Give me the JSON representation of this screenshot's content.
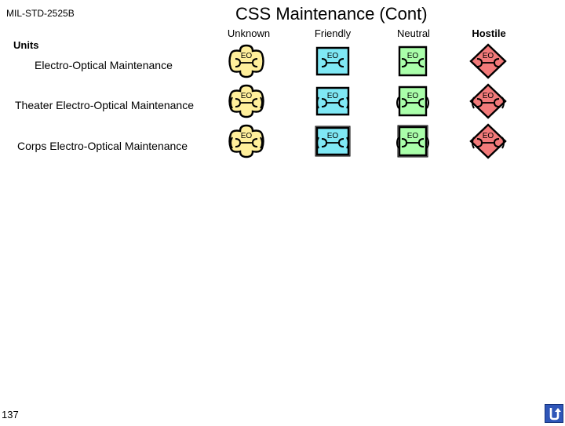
{
  "header": {
    "standard": "MIL-STD-2525B",
    "title": "CSS  Maintenance (Cont)",
    "page_number": "137"
  },
  "columns": [
    "Unknown",
    "Friendly",
    "Neutral",
    "Hostile"
  ],
  "section_label": "Units",
  "rows": [
    {
      "label": "Electro-Optical Maintenance"
    },
    {
      "label": "Theater Electro-Optical Maintenance"
    },
    {
      "label": "Corps Electro-Optical Maintenance"
    }
  ],
  "symbol_text": "EO",
  "colors": {
    "unknown": "#FFEF9B",
    "friendly": "#7FE8F5",
    "neutral": "#AAFFAA",
    "hostile": "#F27A7A",
    "nav_button": "#2f56b8"
  },
  "icons": {
    "nav_button": "return-arrow-icon"
  }
}
